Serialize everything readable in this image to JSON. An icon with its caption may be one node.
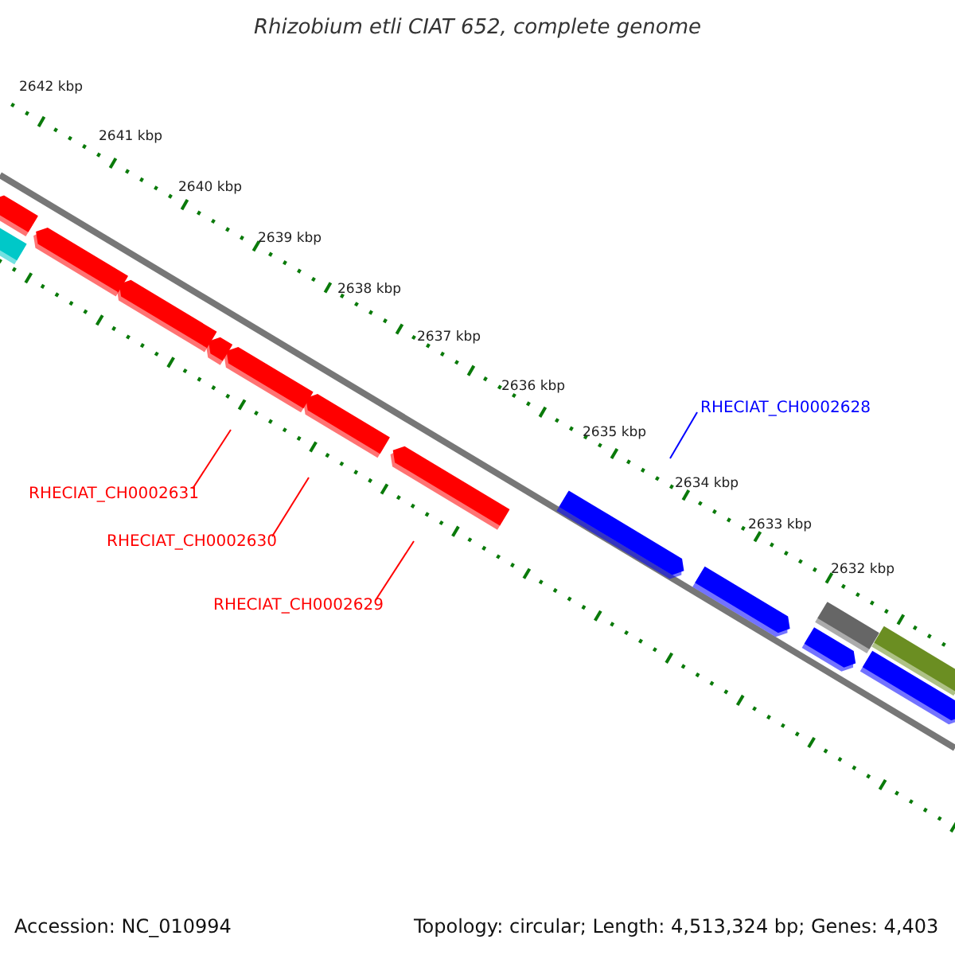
{
  "diagram": {
    "title": "Rhizobium etli CIAT 652, complete genome",
    "nodes": [
      {
        "text": [
          "RHECIAT_CH0002628"
        ]
      },
      {
        "text": [
          "RHECIAT_CH0002631"
        ]
      },
      {
        "text": [
          "RHECIAT_CH0002630"
        ]
      },
      {
        "text": [
          "RHECIAT_CH0002629"
        ]
      }
    ],
    "edges": [
      {
        "from": 0,
        "to": null,
        "arrow": "none",
        "color": "#0000ff"
      },
      {
        "from": 1,
        "to": null,
        "arrow": "none"
      },
      {
        "from": 2,
        "to": null,
        "arrow": "none"
      },
      {
        "from": 3,
        "to": null,
        "arrow": "none"
      }
    ],
    "labels": [
      "2642 kbp",
      "2641 kbp",
      "2640 kbp",
      "2639 kbp",
      "2638 kbp",
      "2637 kbp",
      "2636 kbp",
      "2635 kbp",
      "2634 kbp",
      "2633 kbp",
      "2632 kbp",
      "Accession: NC_010994",
      "Topology: circular; Length: 4,513,324 bp; Genes: 4,403"
    ]
  }
}
